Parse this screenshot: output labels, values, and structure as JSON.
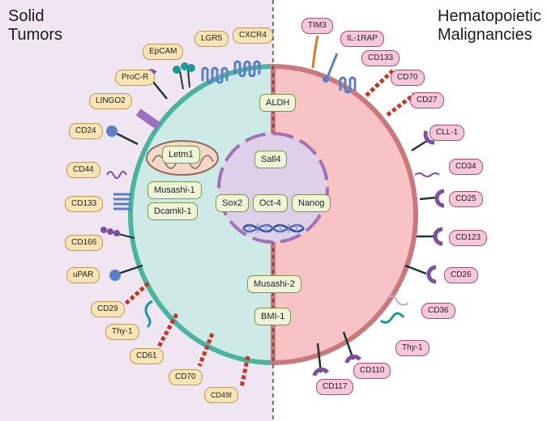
{
  "headings": {
    "left": [
      "Solid",
      "Tumors"
    ],
    "right": [
      "Hematopoietic",
      "Malignancies"
    ]
  },
  "colors": {
    "left_bg": "#efe6f2",
    "left_cell": "#cdeae6",
    "left_membrane": "#4cb3a0",
    "right_cell": "#f7c3c5",
    "right_membrane": "#c9787b",
    "nucleus": "#ddd0e8",
    "nucleus_border": "#a270b3",
    "receptor_red": "#c0392b",
    "receptor_blue": "#5b7fc4",
    "receptor_purple": "#7d4fa3",
    "receptor_teal": "#1a9a96"
  },
  "solid_markers": [
    "EpCAM",
    "LGR5",
    "CXCR4",
    "ProC-R",
    "LINGO2",
    "CD24",
    "CD44",
    "CD133",
    "CD166",
    "uPAR",
    "CD29",
    "Thy-1",
    "CD61",
    "CD70",
    "CD49f"
  ],
  "heme_markers": [
    "TIM3",
    "IL-1RAP",
    "CD133",
    "CD70",
    "CD27",
    "CLL-1",
    "CD34",
    "CD25",
    "CD123",
    "CD26",
    "CD36",
    "Thy-1",
    "CD110",
    "CD117"
  ],
  "cytoplasm_markers": [
    "ALDH",
    "Letm1",
    "Musashi-1",
    "Dcamkl-1",
    "Musashi-2",
    "BMI-1"
  ],
  "nuclear_markers": [
    "Sall4",
    "Sox2",
    "Oct-4",
    "Nanog"
  ],
  "icons": [
    "mitochondrion-icon",
    "dna-helix-icon",
    "receptor-icon"
  ]
}
